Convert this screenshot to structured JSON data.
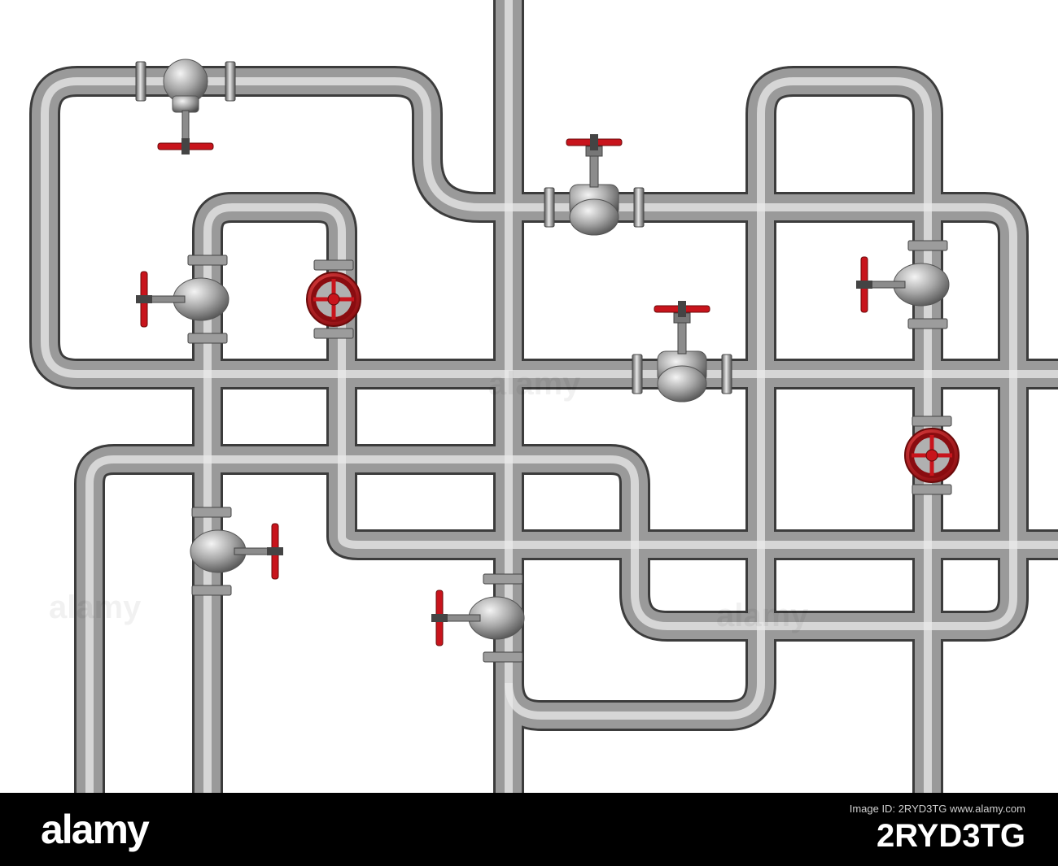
{
  "footer": {
    "brand": "alamy",
    "image_id_label": "Image ID:",
    "image_id": "2RYD3TG",
    "credit_url": "www.alamy.com",
    "background": "#000000",
    "text_color": "#ffffff"
  },
  "scene": {
    "subject": "industrial pipeline with valves",
    "pipe_color": "#9a9a9a",
    "valve_handle_color": "#c8141c",
    "background": "#ffffff"
  },
  "watermarks": [
    "alamy",
    "alamy",
    "alamy"
  ]
}
